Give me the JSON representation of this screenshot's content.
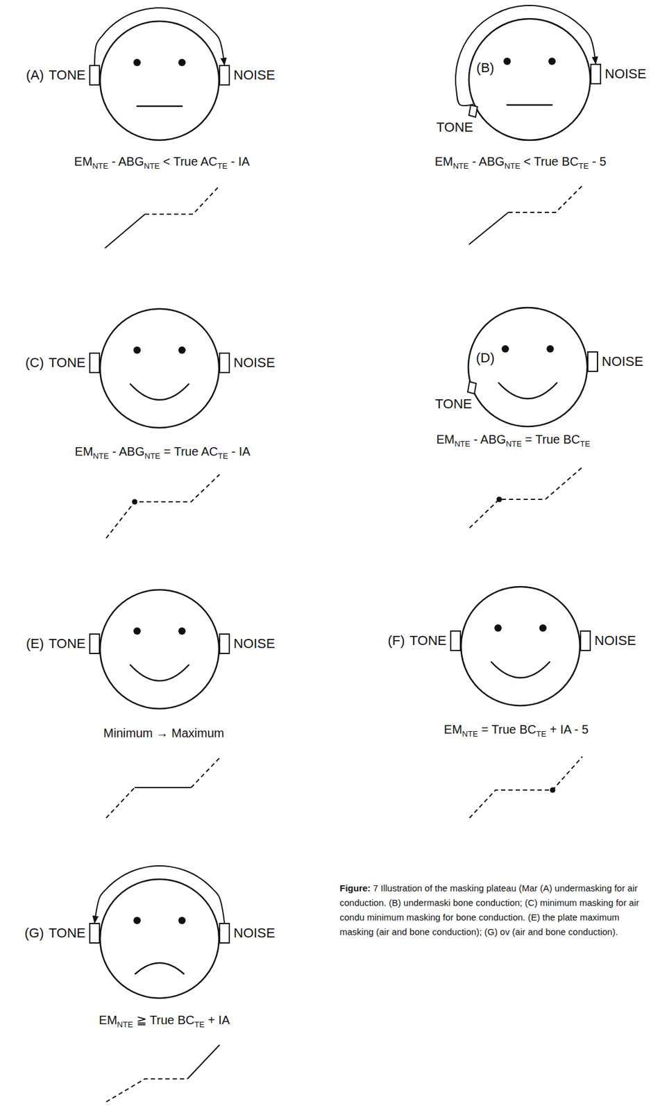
{
  "diagram": {
    "caption": "Figure: 7 Illustration of the masking plateau (Mar (A) undermasking for air conduction. (B) undermaski bone conduction; (C) minimum masking for air condu minimum masking for bone conduction. (E) the plate maximum masking (air and bone conduction); (G) ov (air and bone conduction).",
    "nodes": [
      {
        "text": [
          "TONE"
        ]
      },
      {
        "text": [
          "NOISE"
        ]
      },
      {
        "text": [
          "NOISE"
        ]
      },
      {
        "text": [
          "TONE"
        ]
      },
      {
        "text": [
          "TONE"
        ]
      },
      {
        "text": [
          "NOISE"
        ]
      },
      {
        "text": [
          "NOISE"
        ]
      },
      {
        "text": [
          "TONE"
        ]
      },
      {
        "text": [
          "TONE"
        ]
      },
      {
        "text": [
          "NOISE"
        ]
      },
      {
        "text": [
          "TONE"
        ]
      },
      {
        "text": [
          "NOISE"
        ]
      },
      {
        "text": [
          "TONE"
        ]
      },
      {
        "text": [
          "NOISE"
        ]
      }
    ],
    "edges": [
      {
        "from": 0,
        "to": 1,
        "arrow": "to"
      },
      {
        "from": 3,
        "to": 2,
        "arrow": "to"
      },
      {
        "from": 13,
        "to": 12,
        "arrow": "to"
      }
    ],
    "labels": [
      "(A)",
      "EMNTE - ABGNTE < True ACTE - IA",
      "(B)",
      "EMNTE - ABGNTE < True BCTE - 5",
      "(C)",
      "EMNTE - ABGNTE = True ACTE - IA",
      "(D)",
      "EMNTE - ABGNTE = True BCTE",
      "(E)",
      "Minimum → Maximum",
      "(F)",
      "EMNTE = True BCTE + IA - 5",
      "(G)",
      "EMNTE ≧ True BCTE + IA"
    ]
  }
}
